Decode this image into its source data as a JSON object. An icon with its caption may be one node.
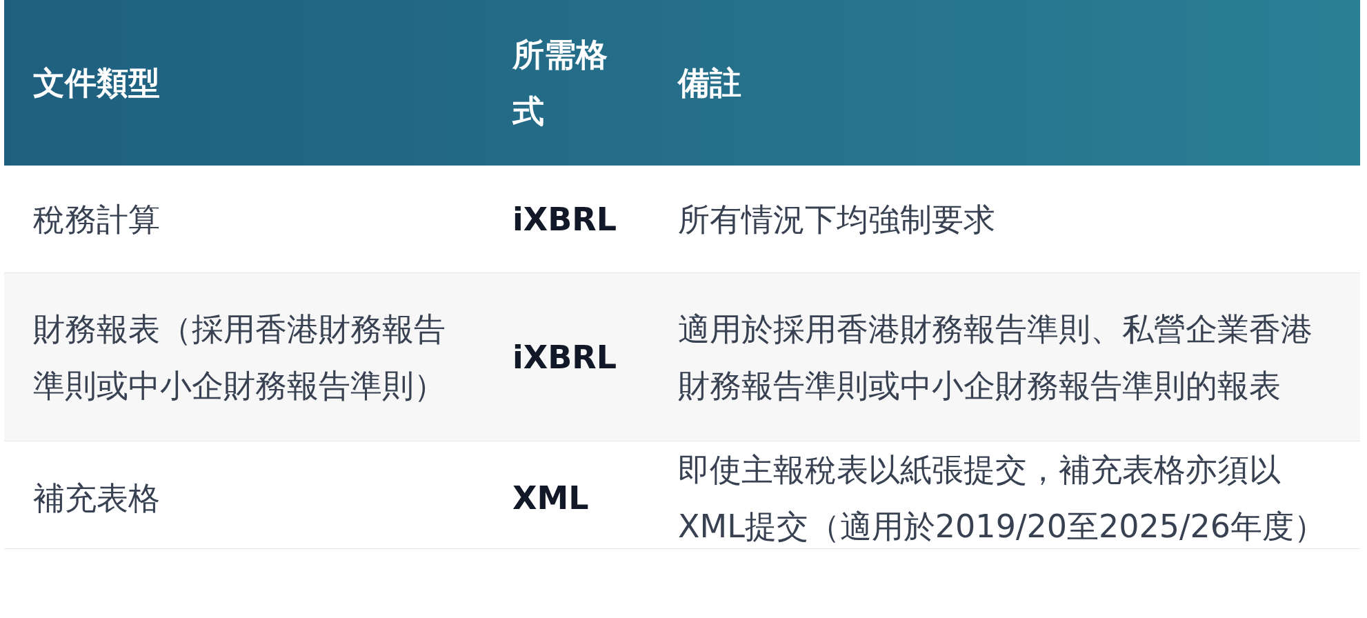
{
  "diagram": {
    "labels": [
      "文件類型",
      "所需格式",
      "備註",
      "稅務計算",
      "iXBRL",
      "所有情況下均強制要求",
      "財務報表（採用香港財務報告準則或中小企財務報告準則）",
      "iXBRL",
      "適用於採用香港財務報告準則、私營企業香港財務報告準則或中小企財務報告準則的報表",
      "補充表格",
      "XML",
      "即使主報稅表以紙張提交，補充表格亦須以XML提交（適用於2019/20至2025/26年度）"
    ]
  }
}
